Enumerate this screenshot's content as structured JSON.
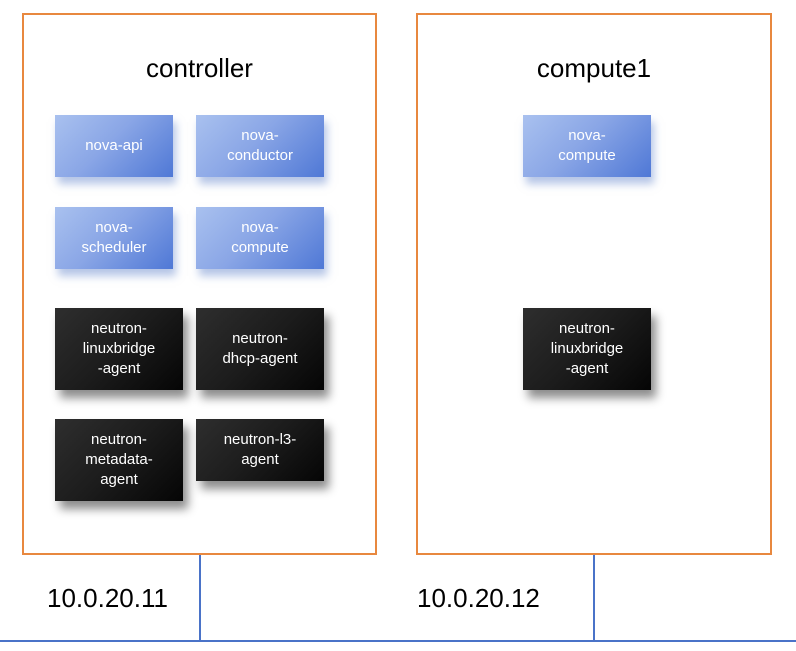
{
  "nodes": [
    {
      "title": "controller",
      "ip": "10.0.20.11",
      "services": [
        {
          "lines": [
            "nova-api"
          ],
          "kind": "nova"
        },
        {
          "lines": [
            "nova-",
            "conductor"
          ],
          "kind": "nova"
        },
        {
          "lines": [
            "nova-",
            "scheduler"
          ],
          "kind": "nova"
        },
        {
          "lines": [
            "nova-",
            "compute"
          ],
          "kind": "nova"
        },
        {
          "lines": [
            "neutron-",
            "linuxbridge",
            "-agent"
          ],
          "kind": "neutron"
        },
        {
          "lines": [
            "neutron-",
            "dhcp-agent"
          ],
          "kind": "neutron"
        },
        {
          "lines": [
            "neutron-",
            "metadata-",
            "agent"
          ],
          "kind": "neutron"
        },
        {
          "lines": [
            "neutron-l3-",
            "agent"
          ],
          "kind": "neutron"
        }
      ]
    },
    {
      "title": "compute1",
      "ip": "10.0.20.12",
      "services": [
        {
          "lines": [
            "nova-",
            "compute"
          ],
          "kind": "nova"
        },
        {
          "lines": [
            "neutron-",
            "linuxbridge",
            "-agent"
          ],
          "kind": "neutron"
        }
      ]
    }
  ],
  "colors": {
    "node_border": "#e8883f",
    "network_line": "#4a73c8",
    "nova_box": "#6f92df",
    "neutron_box": "#1a1a1a"
  }
}
